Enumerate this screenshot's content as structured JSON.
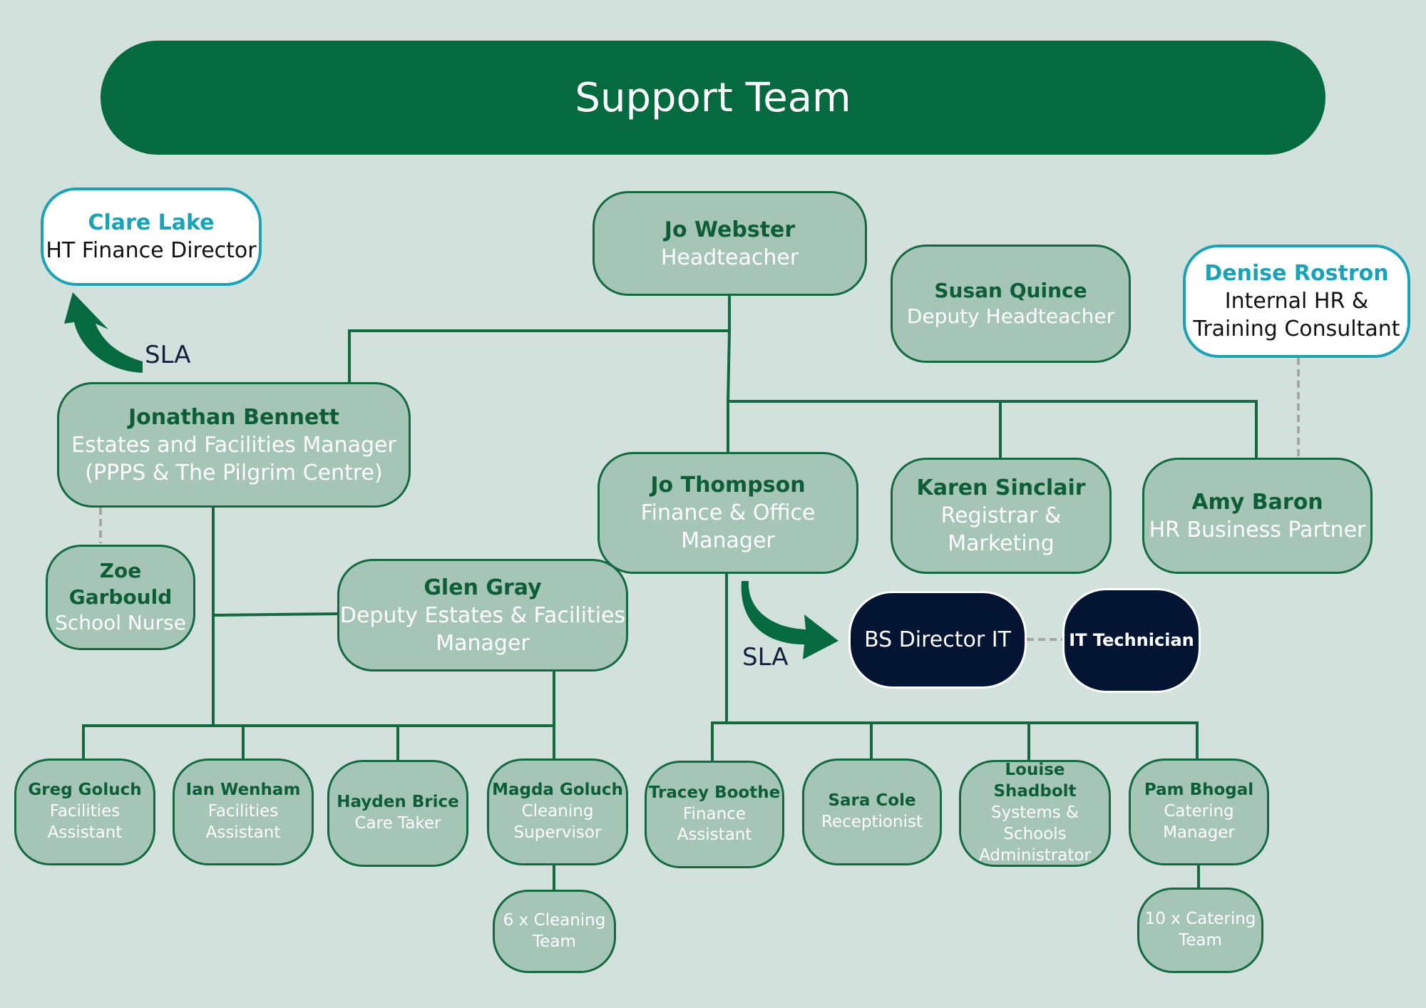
{
  "title": "Support Team",
  "sla_label": "SLA",
  "colors": {
    "background": "#d2e1dc",
    "banner": "#066a40",
    "node_fill": "#a5c5b6",
    "node_border": "#136a40",
    "external_border": "#1aa3b7",
    "it_fill": "#041533"
  },
  "nodes": {
    "clare": {
      "name": "Clare Lake",
      "role": "HT Finance Director"
    },
    "jo_webster": {
      "name": "Jo Webster",
      "role": "Headteacher"
    },
    "susan": {
      "name": "Susan Quince",
      "role": "Deputy Headteacher"
    },
    "denise": {
      "name": "Denise Rostron",
      "role_1": "Internal HR &",
      "role_2": "Training Consultant"
    },
    "jonathan": {
      "name": "Jonathan Bennett",
      "role_1": "Estates and Facilities Manager",
      "role_2": "(PPPS & The Pilgrim Centre)"
    },
    "jo_thompson": {
      "name": "Jo Thompson",
      "role_1": "Finance & Office",
      "role_2": "Manager"
    },
    "karen": {
      "name": "Karen Sinclair",
      "role_1": "Registrar &",
      "role_2": "Marketing"
    },
    "amy": {
      "name": "Amy Baron",
      "role": "HR Business Partner"
    },
    "zoe": {
      "name": "Zoe Garbould",
      "role": "School Nurse"
    },
    "glen": {
      "name": "Glen Gray",
      "role_1": "Deputy Estates & Facilities",
      "role_2": "Manager"
    },
    "bs_director": {
      "role": "BS Director IT"
    },
    "it_tech": {
      "role": "IT Technician"
    },
    "greg": {
      "name": "Greg Goluch",
      "role_1": "Facilities",
      "role_2": "Assistant"
    },
    "ian": {
      "name": "Ian Wenham",
      "role_1": "Facilities",
      "role_2": "Assistant"
    },
    "hayden": {
      "name": "Hayden Brice",
      "role": "Care Taker"
    },
    "magda": {
      "name": "Magda Goluch",
      "role_1": "Cleaning",
      "role_2": "Supervisor"
    },
    "cleaning_team": {
      "role_1": "6 x Cleaning",
      "role_2": "Team"
    },
    "tracey": {
      "name": "Tracey Boothe",
      "role_1": "Finance",
      "role_2": "Assistant"
    },
    "sara": {
      "name": "Sara Cole",
      "role": "Receptionist"
    },
    "louise": {
      "name": "Louise Shadbolt",
      "role_1": "Systems & Schools",
      "role_2": "Administrator"
    },
    "pam": {
      "name": "Pam Bhogal",
      "role_1": "Catering",
      "role_2": "Manager"
    },
    "catering_team": {
      "role_1": "10 x Catering",
      "role_2": "Team"
    }
  }
}
